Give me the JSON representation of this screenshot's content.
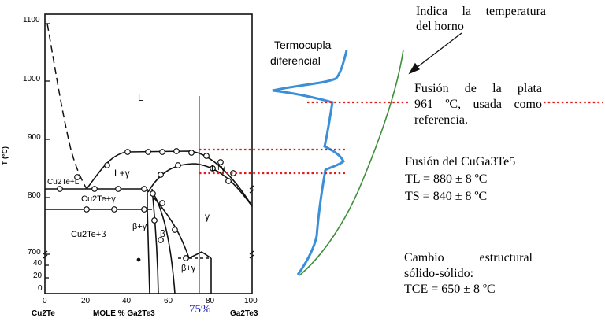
{
  "phase_diagram": {
    "y_axis_label": "T (°C)",
    "y_ticks": [
      "1100",
      "1000",
      "900",
      "800",
      "700",
      "40",
      "20",
      "0"
    ],
    "x_ticks": [
      "0",
      "20",
      "40",
      "60",
      "80",
      "100"
    ],
    "x_left_label": "Cu2Te",
    "x_center_label": "MOLE % Ga2Te3",
    "x_right_label": "Ga2Te3",
    "composition_marker": "75%",
    "regions": {
      "liquid": "L",
      "cu2te_l": "Cu2Te+L",
      "l_gamma_left": "L+γ",
      "l_gamma_right": "L+γ",
      "cu2te_gamma": "Cu2Te+γ",
      "cu2te_beta": "Cu2Te+β",
      "beta_gamma": "β+γ",
      "beta": "β",
      "gamma": "γ",
      "beta_gamma_low": "β+γ"
    }
  },
  "thermocouple": {
    "title_line1": "Termocupla",
    "title_line2": "diferencial"
  },
  "annotations": {
    "oven_line1": "Indica la temperatura",
    "oven_line2": "del horno",
    "plate_line1": "Fusión de la plata",
    "plate_line2": "961 ºC, usada como",
    "plate_line3": "referencia.",
    "fusion_title": "Fusión del CuGa3Te5",
    "tl_value": "TL = 880 ± 8 ºC",
    "ts_value": "TS = 840 ± 8 ºC",
    "change_line1": "Cambio estructural",
    "change_line2": "sólido-sólido:",
    "tce_value": "TCE = 650 ± 8 ºC"
  },
  "colors": {
    "dtc_curve": "#3a8fd8",
    "oven_curve": "#3f8f3a",
    "reference_lines": "#e31a1a",
    "marker_line": "#1a1aff",
    "marker_text": "#1a1aa8"
  }
}
